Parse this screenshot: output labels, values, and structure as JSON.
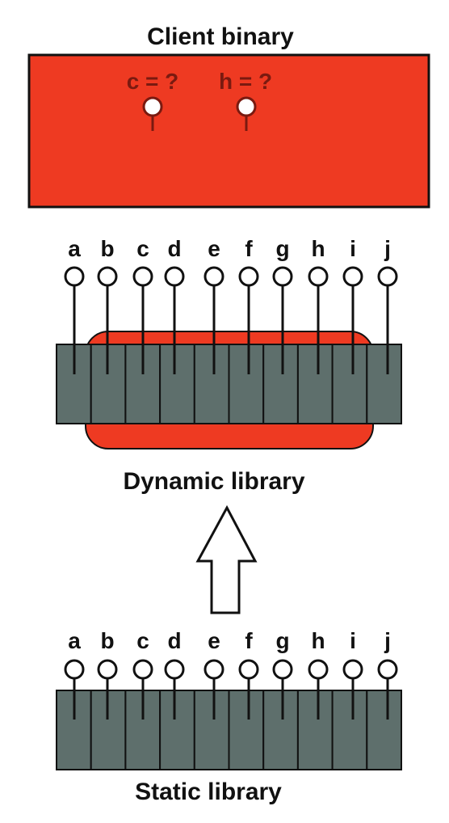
{
  "client": {
    "title": "Client binary",
    "queries": [
      "c = ?",
      "h = ?"
    ]
  },
  "dynamic": {
    "label": "Dynamic library",
    "symbols": [
      "a",
      "b",
      "c",
      "d",
      "e",
      "f",
      "g",
      "h",
      "i",
      "j"
    ]
  },
  "static": {
    "label": "Static library",
    "symbols": [
      "a",
      "b",
      "c",
      "d",
      "e",
      "f",
      "g",
      "h",
      "i",
      "j"
    ]
  },
  "colors": {
    "client_fill": "#ee3a22",
    "client_text": "#7a1a10",
    "library_block": "#5e6f6c",
    "red_backing": "#ee3a22",
    "line": "#111111"
  }
}
